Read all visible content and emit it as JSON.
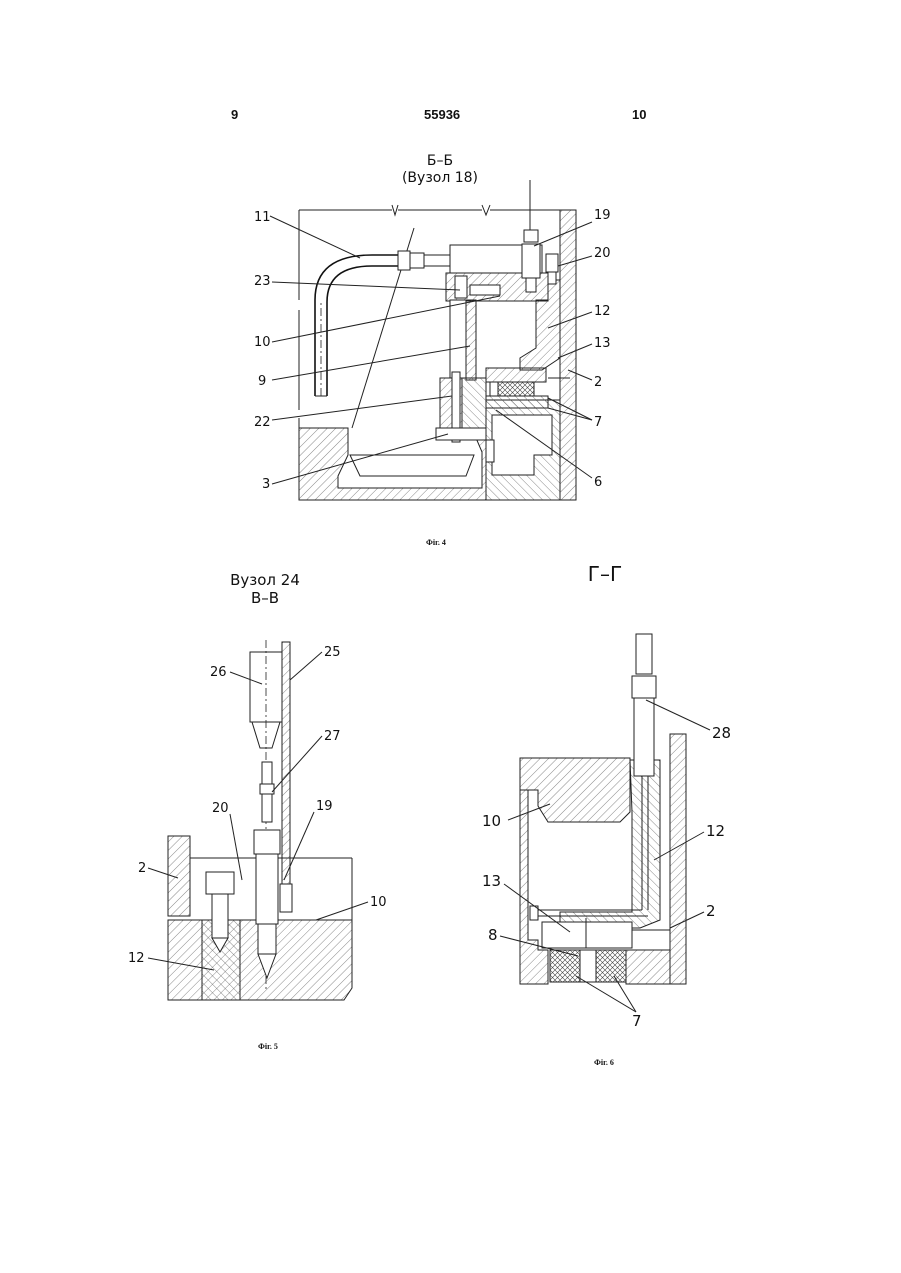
{
  "header": {
    "page_left": "9",
    "patent_number": "55936",
    "page_right": "10"
  },
  "fig4": {
    "title_line1": "Б–Б",
    "title_line2": "(Вузол 18)",
    "caption": "Фіг. 4",
    "labels": [
      "11",
      "19",
      "20",
      "23",
      "12",
      "10",
      "13",
      "9",
      "2",
      "22",
      "7",
      "3",
      "6"
    ]
  },
  "fig5": {
    "title_line1": "Вузол 24",
    "title_line2": "В–В",
    "caption": "Фіг. 5",
    "labels": [
      "25",
      "26",
      "27",
      "20",
      "19",
      "2",
      "10",
      "12"
    ]
  },
  "fig6": {
    "title": "Г–Г",
    "caption": "Фіг. 6",
    "labels": [
      "28",
      "10",
      "12",
      "13",
      "2",
      "8",
      "7"
    ]
  }
}
